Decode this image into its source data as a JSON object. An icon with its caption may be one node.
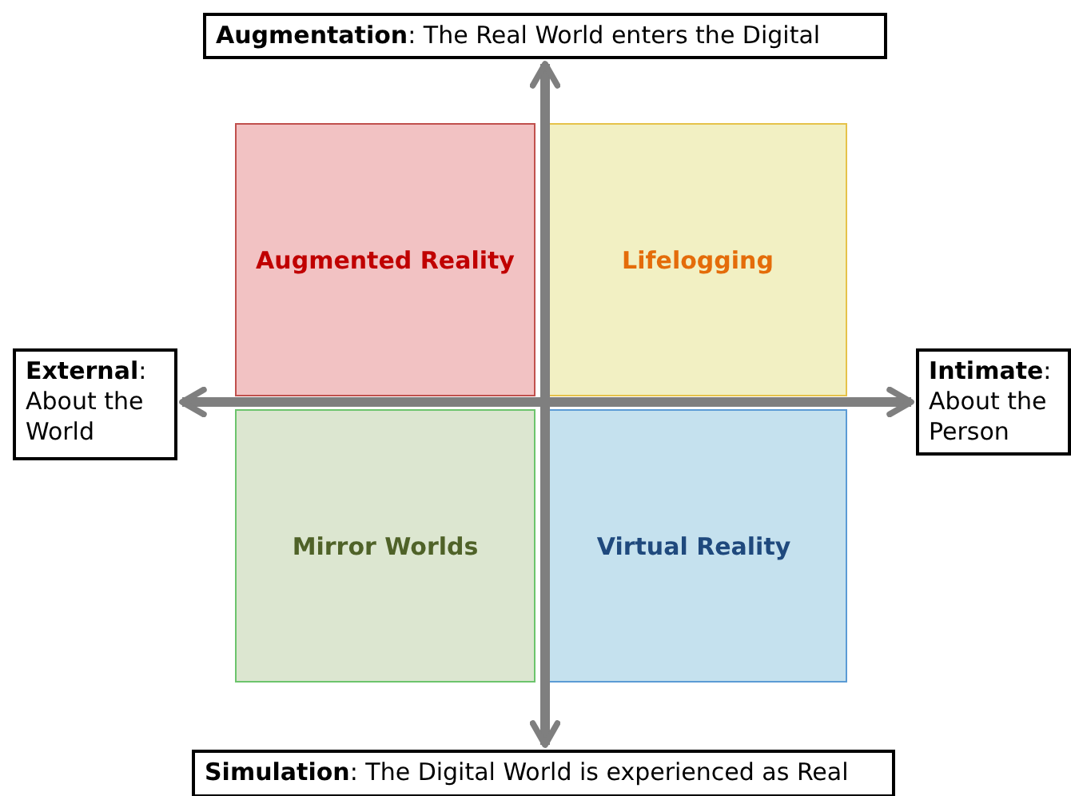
{
  "diagram": {
    "nodes": [
      {
        "text": [
          "**Augmentation**:  The Real World enters the Digital"
        ]
      },
      {
        "text": [
          "Augmented Reality"
        ]
      },
      {
        "text": [
          "Lifelogging"
        ]
      },
      {
        "text": [
          "**External**: About the World"
        ]
      },
      {
        "text": [
          "**Intimate**: About the Person"
        ]
      },
      {
        "text": [
          "Mirror Worlds"
        ]
      },
      {
        "text": [
          "Virtual Reality"
        ]
      },
      {
        "text": [
          "**Simulation**:  The Digital World is experienced as Real"
        ]
      }
    ],
    "edges": [
      {
        "from": 7,
        "to": 0,
        "arrow": "both"
      },
      {
        "from": 3,
        "to": 4,
        "arrow": "both"
      }
    ]
  }
}
